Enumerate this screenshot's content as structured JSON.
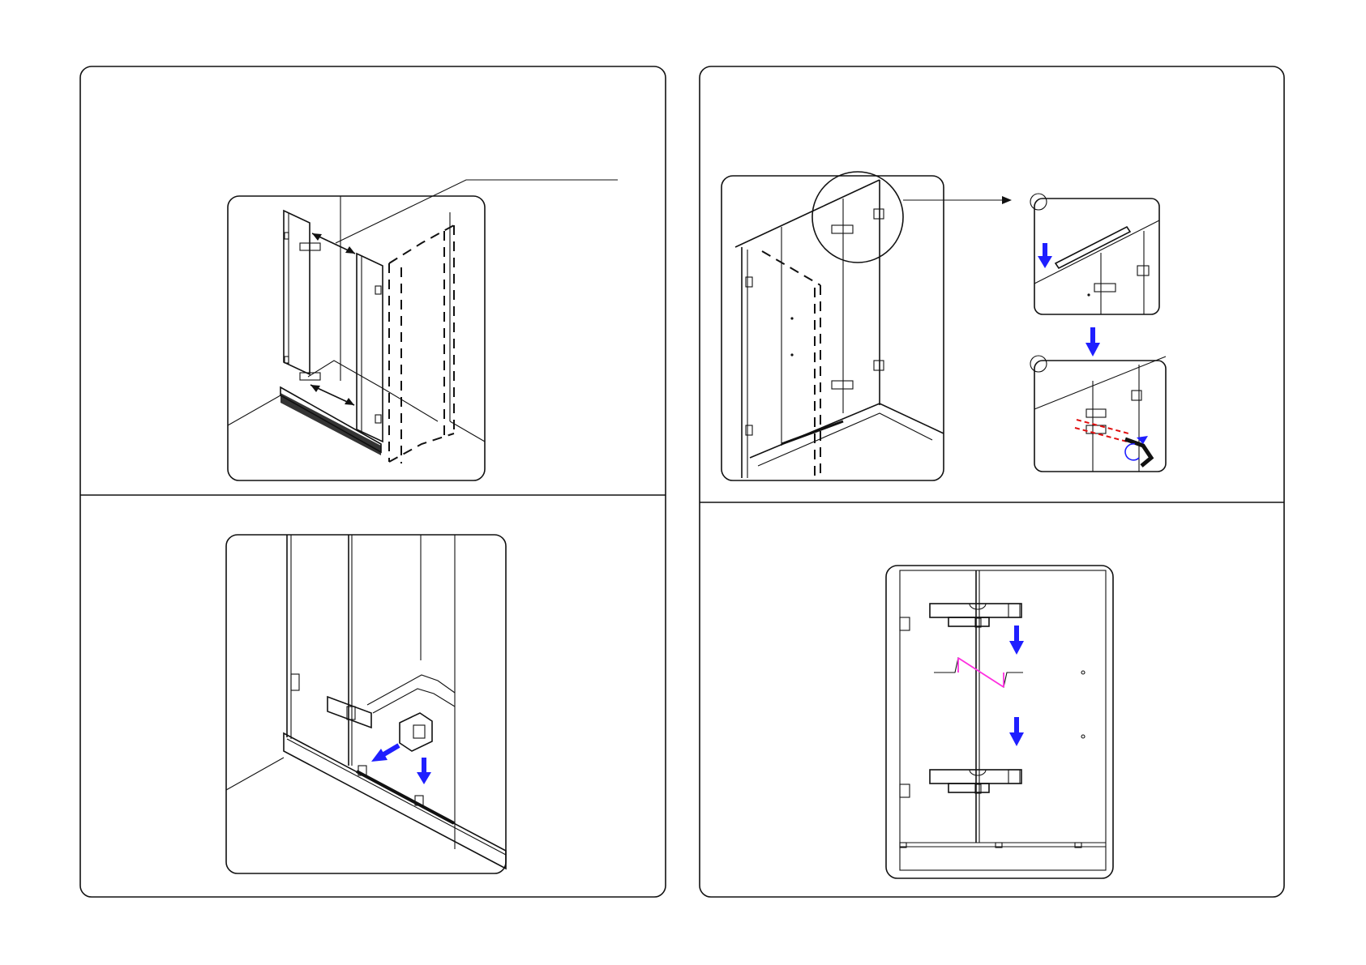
{
  "document": {
    "panels": [
      {
        "id": "panel-1"
      },
      {
        "id": "panel-2"
      },
      {
        "id": "panel-3"
      },
      {
        "id": "panel-4"
      }
    ]
  },
  "colors": {
    "line": "#111111",
    "arrow_blue": "#1f1fff",
    "marker_red": "#e01010",
    "accent_magenta": "#ff2fe0",
    "background": "#ffffff"
  },
  "icons": [
    "shower-glass-panel-icon",
    "dashed-enclosure-outline-icon",
    "clamp-bracket-icon",
    "allen-key-icon",
    "blue-down-arrow-icon",
    "rotation-arrow-icon"
  ]
}
